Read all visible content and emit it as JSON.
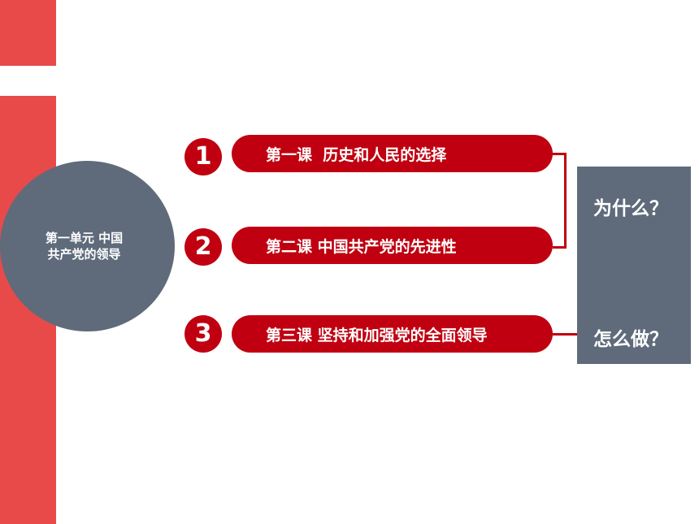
{
  "unit": {
    "title": "第一单元  中国\n共产党的领导"
  },
  "lessons": [
    {
      "number": "1",
      "label": "第一课  历史和人民的选择"
    },
    {
      "number": "2",
      "label": "第二课 中国共产党的先进性"
    },
    {
      "number": "3",
      "label": "第三课 坚持和加强党的全面领导"
    }
  ],
  "questions": {
    "why": "为什么？",
    "how": "怎么做？"
  },
  "colors": {
    "accent_red": "#c00010",
    "side_bar_red": "#e84a4a",
    "slate": "#5f6b7b"
  }
}
